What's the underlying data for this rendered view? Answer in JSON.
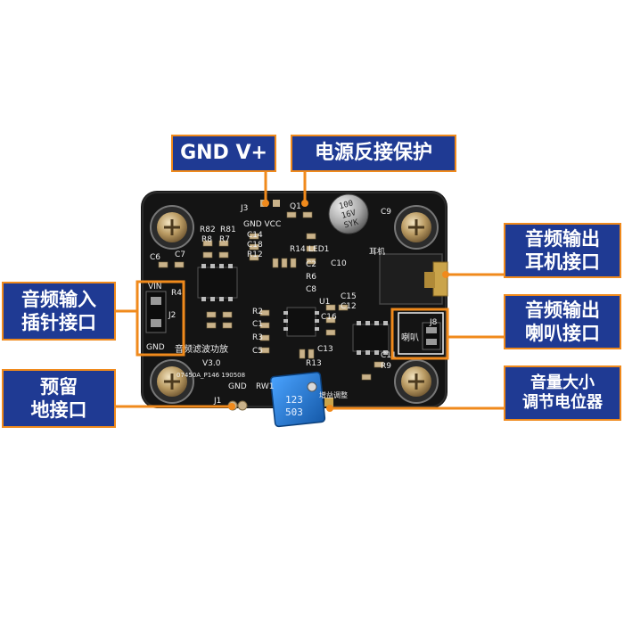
{
  "callouts": {
    "gnd_vplus": "GND V+",
    "reverse_protect": "电源反接保护",
    "audio_input": [
      "音频输入",
      "插针接口"
    ],
    "reserved_ground": [
      "预留",
      "地接口"
    ],
    "earphone_output": [
      "音频输出",
      "耳机接口"
    ],
    "speaker_output": [
      "音频输出",
      "喇叭接口"
    ],
    "volume_pot": [
      "音量大小",
      "调节电位器"
    ]
  },
  "silkscreen": {
    "j3": "J3",
    "gnd_vcc": "GND VCC",
    "q1": "Q1",
    "c9": "C9",
    "r82": "R82",
    "r81": "R81",
    "r8": "R8",
    "r7": "R7",
    "c14": "C14",
    "c18": "C18",
    "r12": "R12",
    "r14": "R14",
    "led1": "LED1",
    "c2": "C2",
    "r6": "R6",
    "c8": "C8",
    "c10": "C10",
    "erji": "耳机",
    "c6": "C6",
    "c7": "C7",
    "vin": "VIN",
    "r4": "R4",
    "j2": "J2",
    "gnd": "GND",
    "r2": "R2",
    "c1": "C1",
    "r3": "R3",
    "c5": "C5",
    "u1": "U1",
    "c15": "C15",
    "c12": "C12",
    "c16": "C16",
    "r13": "R13",
    "c13": "C13",
    "j8": "J8",
    "laba": "喇叭",
    "c11": "C11",
    "r9": "R9",
    "title": "音频滤波功放",
    "version": "V3.0",
    "code": "07450A_P146  190508",
    "j1": "J1",
    "gnd2": "GND",
    "rw1": "RW1",
    "gain": "增益调整",
    "cap_top": "100",
    "cap_mid": "16V",
    "cap_bot": "SYK",
    "pot_top": "123",
    "pot_bot": "503"
  },
  "colors": {
    "callout_fill": "#1f3a93",
    "callout_text": "#ffffff",
    "leader_orange": "#f08a1c",
    "pcb_black": "#141414",
    "silkscreen_white": "#eeeeee",
    "pot_blue": "#1f78d1"
  }
}
